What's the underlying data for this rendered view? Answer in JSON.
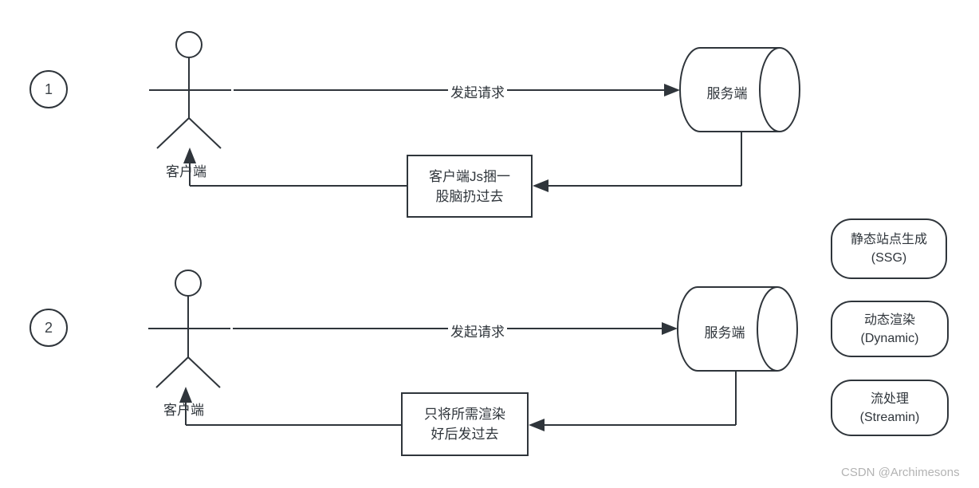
{
  "colors": {
    "background": "#ffffff",
    "stroke": "#2f353b",
    "text": "#2f353b",
    "watermark": "#b3b3b3"
  },
  "flow1": {
    "number": "1",
    "actor_label": "客户端",
    "request_label": "发起请求",
    "server_label": "服务端",
    "response_line1": "客户端Js捆一",
    "response_line2": "股脑扔过去"
  },
  "flow2": {
    "number": "2",
    "actor_label": "客户端",
    "request_label": "发起请求",
    "server_label": "服务端",
    "response_line1": "只将所需渲染",
    "response_line2": "好后发过去"
  },
  "legend": [
    {
      "line1": "静态站点生成",
      "line2": "(SSG)"
    },
    {
      "line1": "动态渲染",
      "line2": "(Dynamic)"
    },
    {
      "line1": "流处理",
      "line2": "(Streamin)"
    }
  ],
  "watermark": "CSDN @Archimesons"
}
